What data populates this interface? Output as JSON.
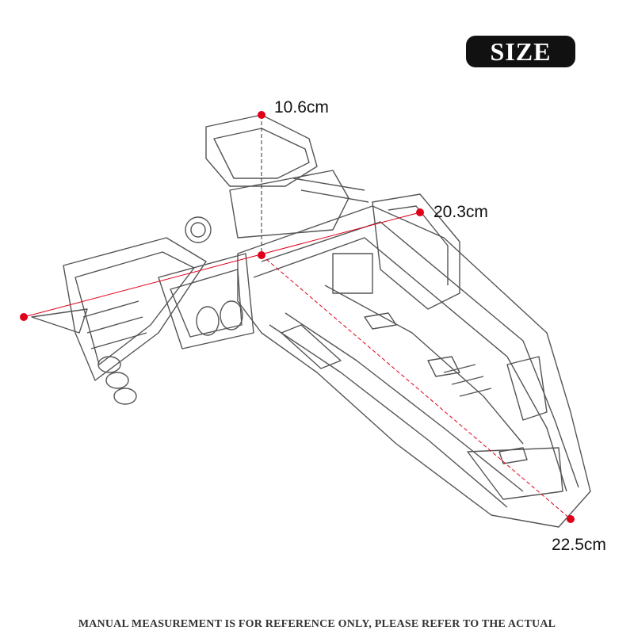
{
  "badge": {
    "label": "SIZE"
  },
  "dimensions": {
    "height_label": "10.6cm",
    "width_label": "20.3cm",
    "length_label": "22.5cm"
  },
  "footer": {
    "note": "MANUAL MEASUREMENT IS FOR REFERENCE ONLY, PLEASE REFER TO THE ACTUAL"
  },
  "colors": {
    "marker": "#e0001a",
    "badge_bg": "#111111",
    "line_art": "#555555"
  }
}
